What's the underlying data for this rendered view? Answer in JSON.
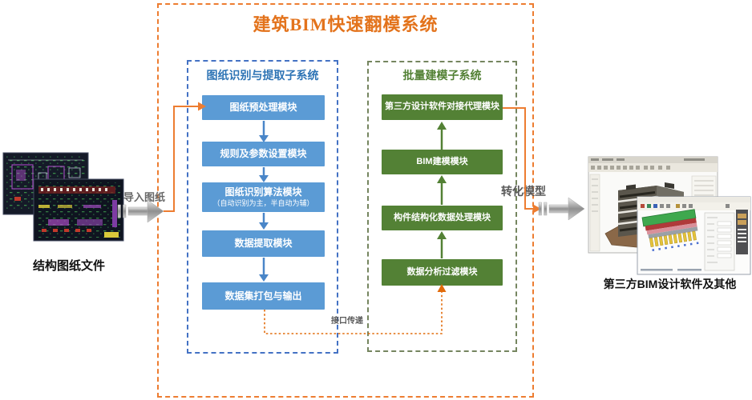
{
  "diagram": {
    "title": "建筑BIM快速翻模系统"
  },
  "left_subsystem": {
    "title": "图纸识别与提取子系统",
    "modules": [
      {
        "label": "图纸预处理模块"
      },
      {
        "label": "规则及参数设置模块"
      },
      {
        "label": "图纸识别算法模块",
        "sublabel": "（自动识别为主，半自动为辅）"
      },
      {
        "label": "数据提取模块"
      },
      {
        "label": "数据集打包与输出"
      }
    ]
  },
  "right_subsystem": {
    "title": "批量建模子系统",
    "modules": [
      {
        "label": "第三方设计软件对接代理模块"
      },
      {
        "label": "BIM建模模块"
      },
      {
        "label": "构件结构化数据处理模块"
      },
      {
        "label": "数据分析过滤模块"
      }
    ]
  },
  "inputs": {
    "label": "结构图纸文件",
    "image": "cad-structural-drawing-thumbnails"
  },
  "outputs": {
    "label": "第三方BIM设计软件及其他",
    "image": "bim-software-screenshots"
  },
  "flows": {
    "import": "导入图纸",
    "convert": "转化模型",
    "interface": "接口传递"
  },
  "colors": {
    "accent_orange": "#ED7D31",
    "module_blue": "#5B9BD5",
    "frame_blue": "#4472C4",
    "title_blue": "#2E74B5",
    "module_green": "#538135",
    "frame_green": "#75855F",
    "label_gray": "#595959"
  }
}
